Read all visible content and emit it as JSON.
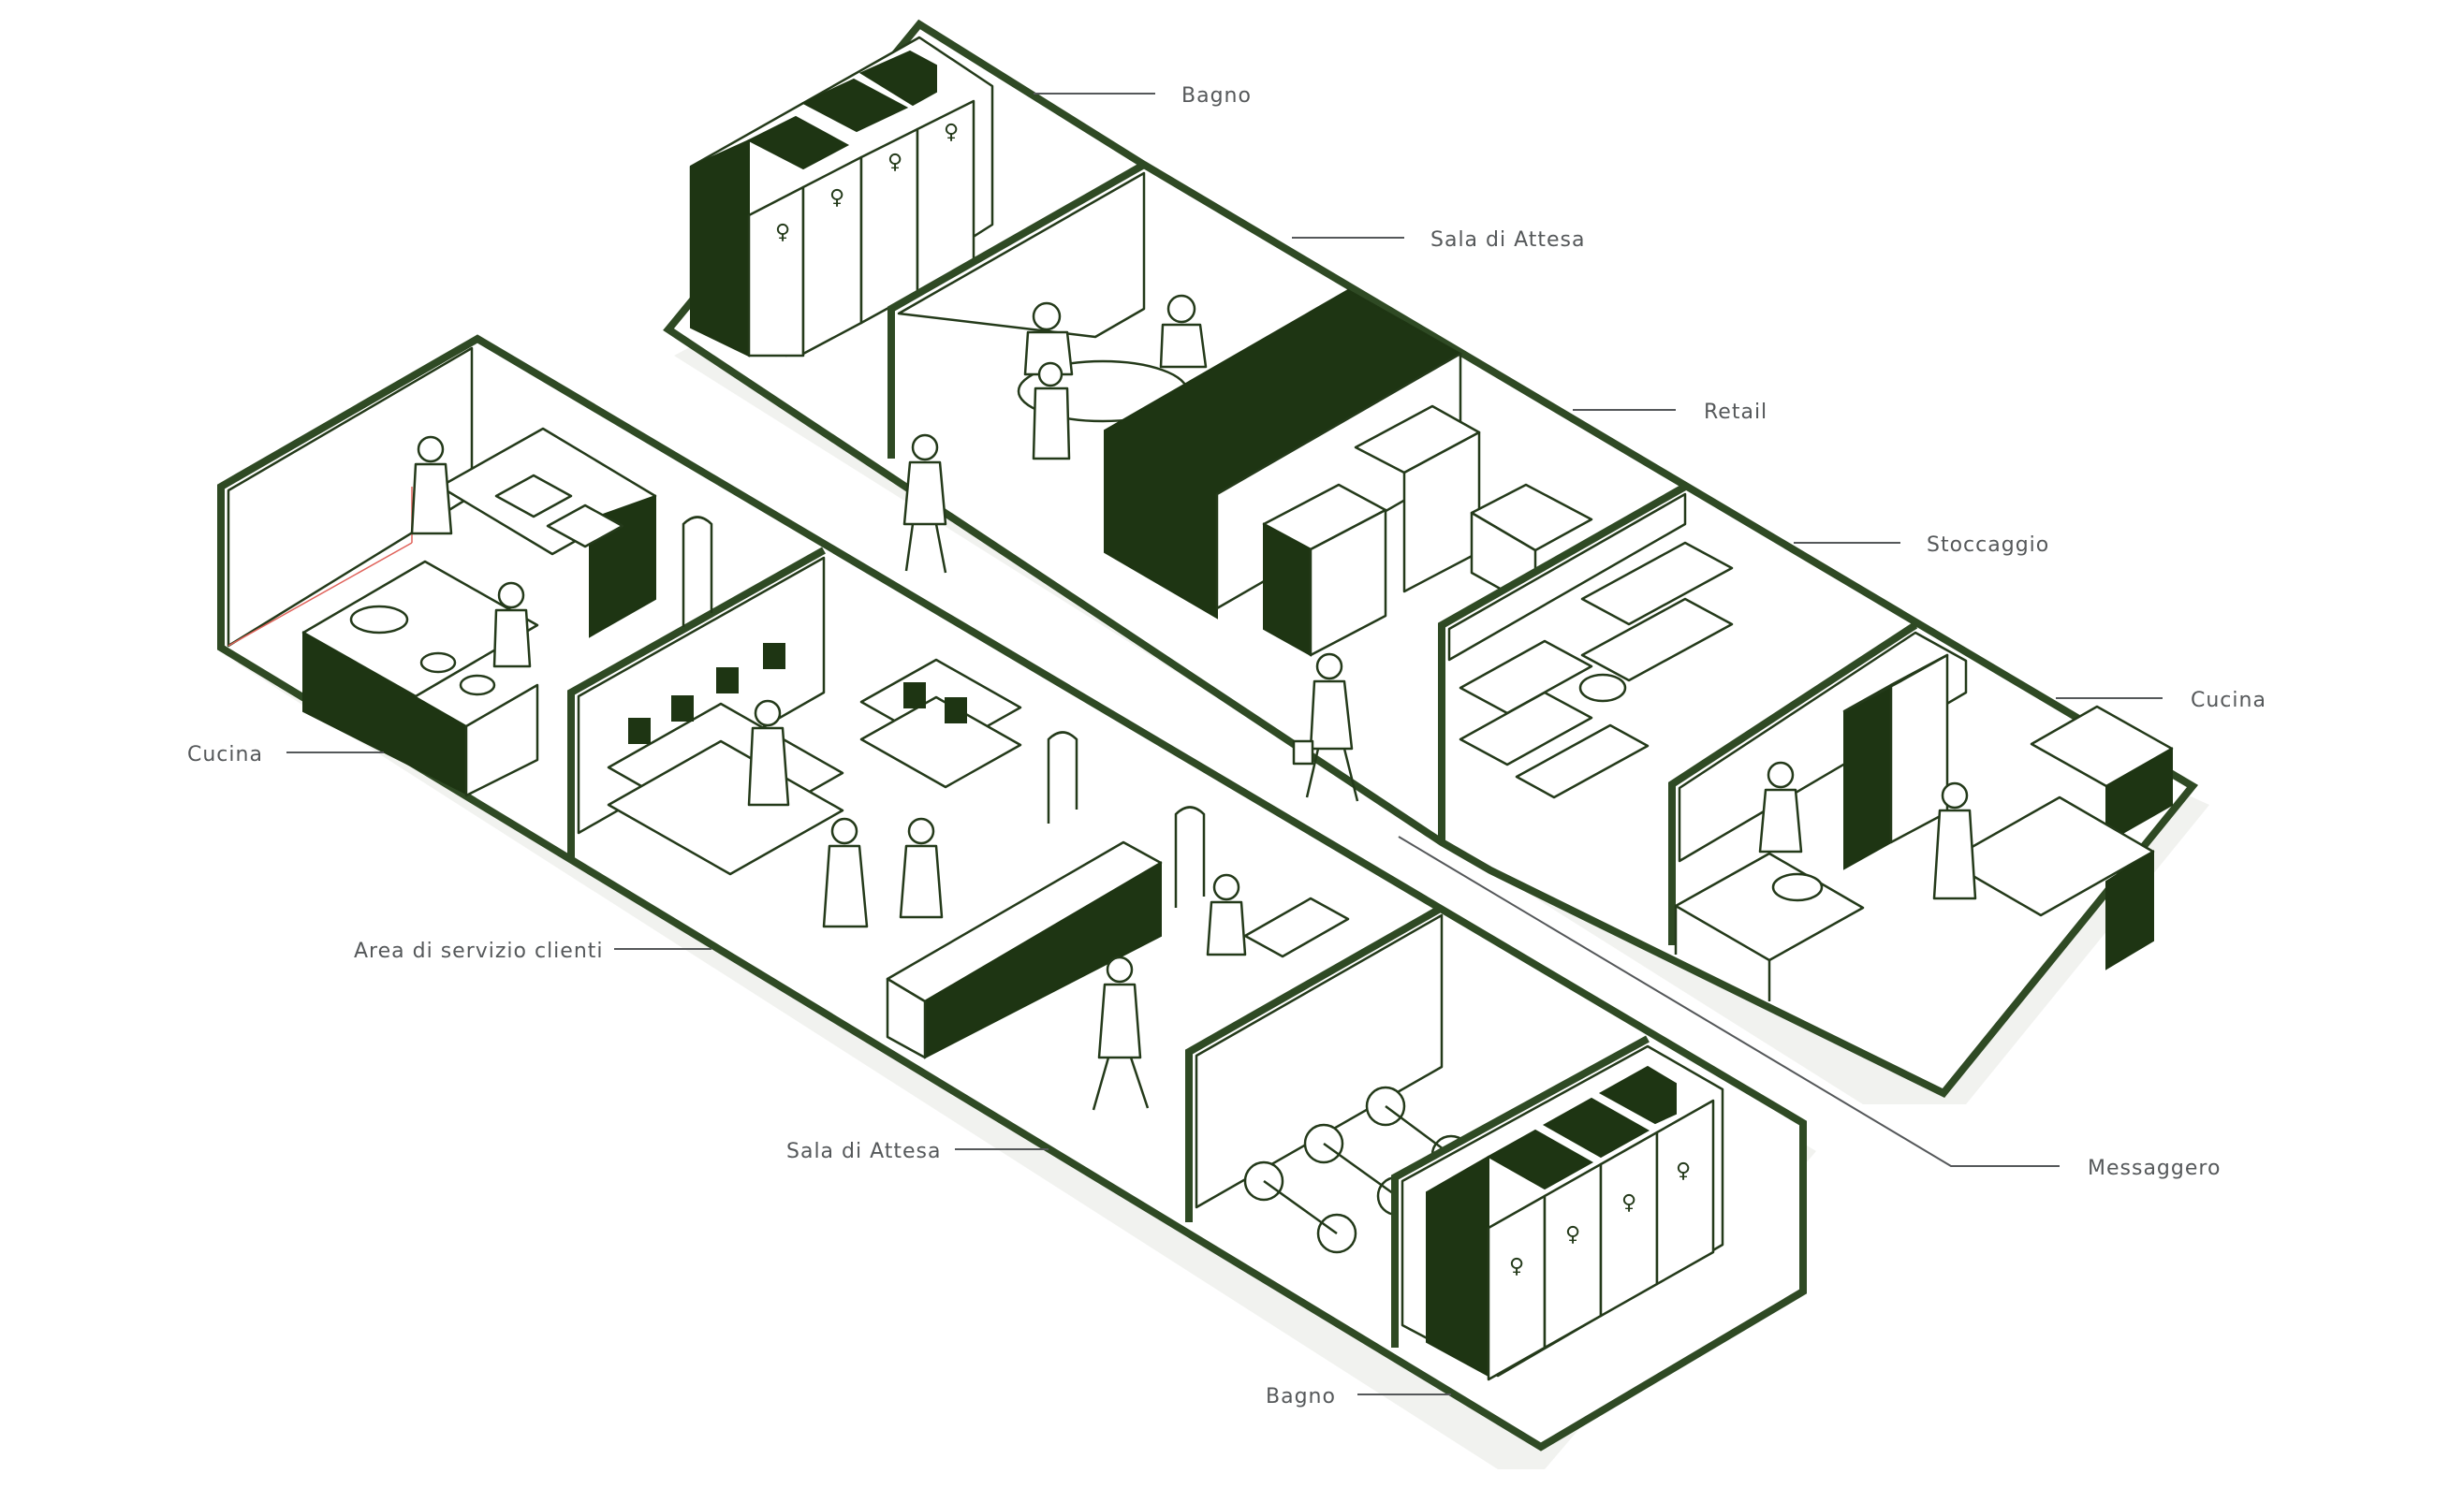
{
  "labels": {
    "bagno_top": "Bagno",
    "sala_attesa_top": "Sala di Attesa",
    "retail": "Retail",
    "stoccaggio": "Stoccaggio",
    "cucina_right": "Cucina",
    "messaggero": "Messaggero",
    "cucina_left": "Cucina",
    "area_servizio": "Area di servizio clienti",
    "sala_attesa_bottom": "Sala di Attesa",
    "bagno_bottom": "Bagno"
  },
  "colors": {
    "wall": "#2f4a24",
    "dark_fill": "#1e3513",
    "label": "#55585a",
    "accent_line": "#e0625a",
    "background": "#ffffff"
  }
}
